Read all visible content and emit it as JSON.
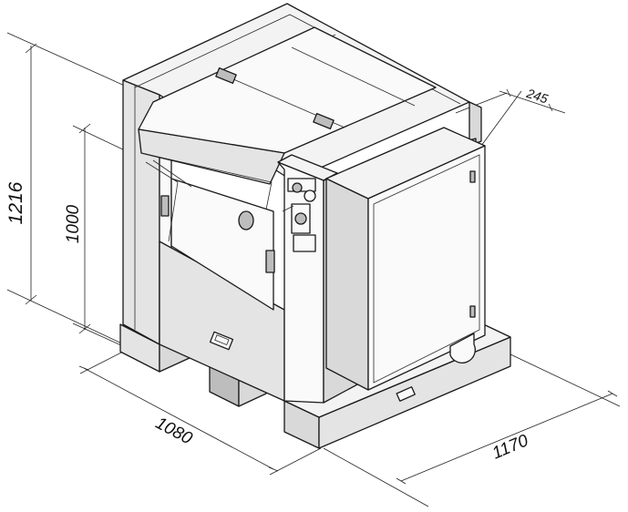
{
  "dimensions": {
    "overall_height": "1216",
    "table_height": "1000",
    "depth": "1080",
    "width": "1170",
    "cabinet_offset": "245"
  }
}
